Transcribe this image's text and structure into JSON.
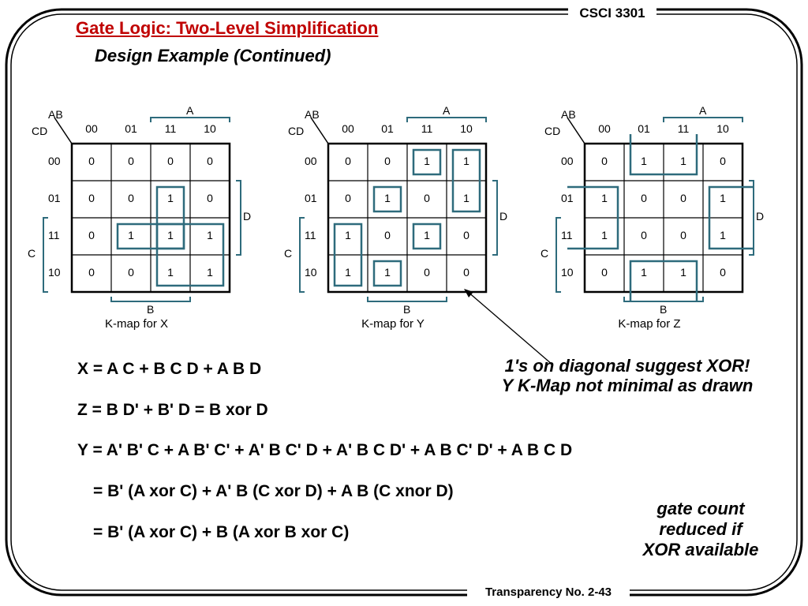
{
  "header": {
    "course": "CSCI 3301",
    "title": "Gate Logic: Two-Level Simplification",
    "subtitle": "Design Example (Continued)"
  },
  "kmap_axes": {
    "ab": "AB",
    "cd": "CD",
    "column_codes": [
      "00",
      "01",
      "11",
      "10"
    ],
    "row_codes": [
      "00",
      "01",
      "11",
      "10"
    ],
    "var_a": "A",
    "var_b": "B",
    "var_c": "C",
    "var_d": "D"
  },
  "kmaps": [
    {
      "caption": "K-map for   X",
      "cells": [
        [
          "0",
          "0",
          "0",
          "0"
        ],
        [
          "0",
          "0",
          "1",
          "0"
        ],
        [
          "0",
          "1",
          "1",
          "1"
        ],
        [
          "0",
          "0",
          "1",
          "1"
        ]
      ],
      "groups": [
        {
          "rows": [
            1,
            2
          ],
          "cols": [
            2,
            2
          ]
        },
        {
          "rows": [
            2,
            2
          ],
          "cols": [
            1,
            2
          ]
        },
        {
          "rows": [
            2,
            3
          ],
          "cols": [
            2,
            3
          ]
        }
      ]
    },
    {
      "caption": "K-map for   Y",
      "cells": [
        [
          "0",
          "0",
          "1",
          "1"
        ],
        [
          "0",
          "1",
          "0",
          "1"
        ],
        [
          "1",
          "0",
          "1",
          "0"
        ],
        [
          "1",
          "1",
          "0",
          "0"
        ]
      ],
      "groups": [
        {
          "rows": [
            0,
            0
          ],
          "cols": [
            2,
            2
          ]
        },
        {
          "rows": [
            0,
            1
          ],
          "cols": [
            3,
            3
          ]
        },
        {
          "rows": [
            1,
            1
          ],
          "cols": [
            1,
            1
          ]
        },
        {
          "rows": [
            2,
            2
          ],
          "cols": [
            2,
            2
          ]
        },
        {
          "rows": [
            2,
            3
          ],
          "cols": [
            0,
            0
          ]
        },
        {
          "rows": [
            3,
            3
          ],
          "cols": [
            1,
            1
          ]
        }
      ]
    },
    {
      "caption": "K-map for   Z",
      "cells": [
        [
          "0",
          "1",
          "1",
          "0"
        ],
        [
          "1",
          "0",
          "0",
          "1"
        ],
        [
          "1",
          "0",
          "0",
          "1"
        ],
        [
          "0",
          "1",
          "1",
          "0"
        ]
      ],
      "groups": [
        {
          "rows": [
            0,
            0
          ],
          "cols": [
            1,
            2
          ],
          "wrap": "top"
        },
        {
          "rows": [
            3,
            3
          ],
          "cols": [
            1,
            2
          ],
          "wrap": "bottom"
        },
        {
          "rows": [
            1,
            2
          ],
          "cols": [
            0,
            0
          ],
          "wrap": "left"
        },
        {
          "rows": [
            1,
            2
          ],
          "cols": [
            3,
            3
          ],
          "wrap": "right"
        }
      ]
    }
  ],
  "equations": {
    "x": "X = A C  +  B C D  +  A B D",
    "z": "Z = B D'  +  B' D  =  B xor D",
    "y": "Y = A' B' C  +  A B' C'  +  A' B C' D  +  A' B C D'  +  A B C' D'  +  A B C D",
    "y2": "= B' (A xor C)  +  A' B (C xor D)  +  A B (C xnor D)",
    "y3": "= B' (A xor C)  +  B (A xor B xor C)"
  },
  "notes": {
    "xor_line1": "1's on diagonal suggest XOR!",
    "xor_line2": "Y K-Map not minimal as drawn",
    "gate1": "gate count",
    "gate2": "reduced if",
    "gate3": "XOR available"
  },
  "footer": {
    "transparency": "Transparency No. 2-43"
  },
  "colors": {
    "group_outline": "#2e6b7c",
    "title": "#c00000",
    "frame": "#000000"
  }
}
